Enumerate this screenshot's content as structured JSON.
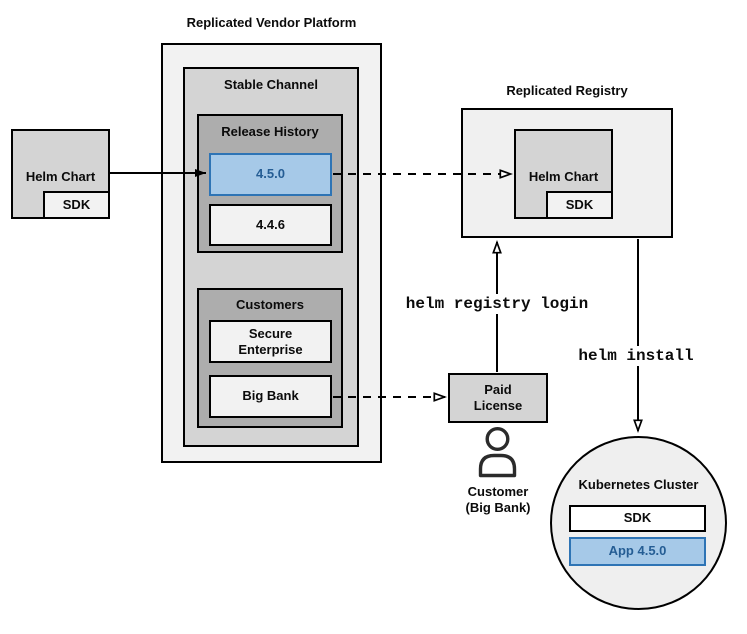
{
  "vendor": {
    "title": "Replicated Vendor Platform",
    "stable_channel": "Stable Channel",
    "release_history": "Release History",
    "release_new": "4.5.0",
    "release_old": "4.4.6",
    "customers": "Customers",
    "customer_enterprise": "Secure Enterprise",
    "customer_bank": "Big Bank"
  },
  "source": {
    "chart": "Helm Chart",
    "sdk": "SDK"
  },
  "registry": {
    "title": "Replicated Registry",
    "chart": "Helm Chart",
    "sdk": "SDK"
  },
  "license": {
    "label": "Paid License"
  },
  "actor": {
    "label": "Customer (Big Bank)",
    "icon": "person-icon"
  },
  "commands": {
    "login": "helm registry login",
    "install": "helm install"
  },
  "cluster": {
    "title": "Kubernetes Cluster",
    "sdk": "SDK",
    "app": "App 4.5.0"
  },
  "colors": {
    "accent_fill": "#a6c9e8",
    "accent_border": "#2e74b5",
    "accent_text": "#255d94",
    "gray_outer": "#f2f2f2",
    "gray_mid": "#d4d4d4",
    "gray_dark": "#adadad"
  }
}
